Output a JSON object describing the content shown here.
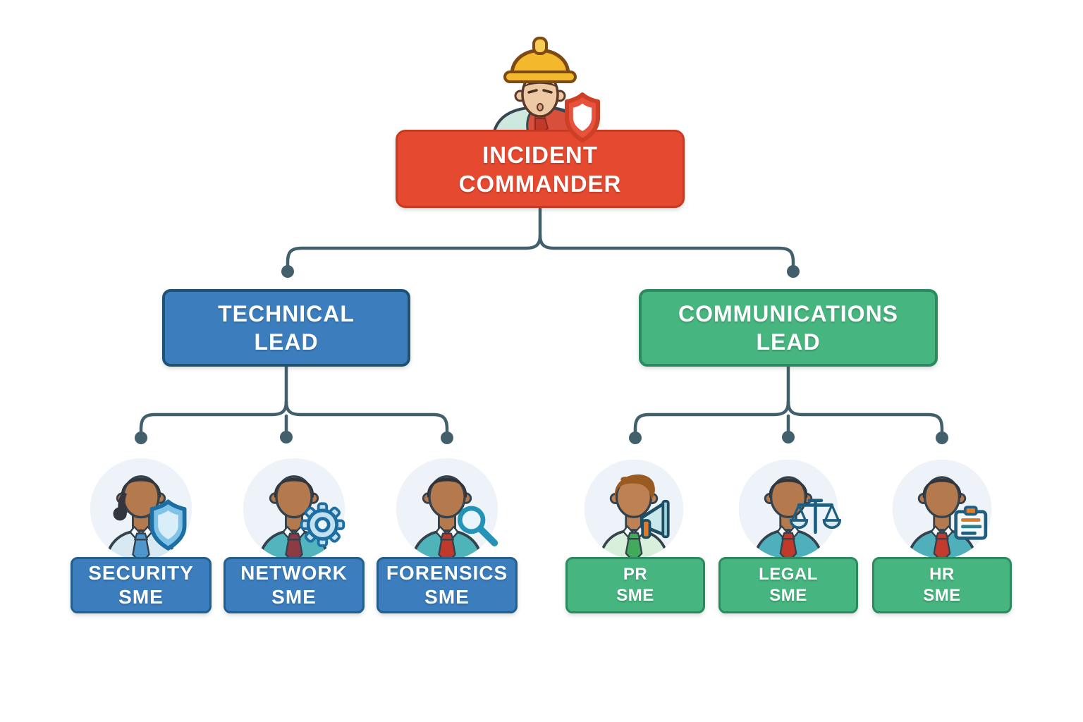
{
  "diagram_type": "org-chart",
  "colors": {
    "root_fill": "#E5492F",
    "root_border": "#C93A23",
    "blue_fill": "#3C7EBD",
    "blue_border": "#1F5173",
    "green_fill": "#47B57F",
    "green_border": "#2B8A5F",
    "connector": "#42606B",
    "avatar_circle_bg": "#EDF3F8",
    "text": "#FFFFFF"
  },
  "chart": {
    "root": {
      "line1": "INCIDENT",
      "line2": "COMMANDER",
      "icon": "hardhat-worker-with-shield-icon",
      "avatar": {
        "skin": "#EFC9A6",
        "hat": "#F3B82B",
        "shirt": "#CDE9DF",
        "vest": "#D8503C",
        "tie": "#C0392B",
        "shield": "#E8513C"
      }
    },
    "branches": [
      {
        "lead": {
          "line1": "TECHNICAL",
          "line2": "LEAD",
          "color": "blue"
        },
        "children": [
          {
            "line1": "SECURITY",
            "line2": "SME",
            "icon": "person-with-shield-icon",
            "avatar": {
              "skin": "#B5794E",
              "hair": "#33373D",
              "hair_style": "side",
              "shirt": "#D9E9F4",
              "tie": "#4E96CC",
              "accessory": "shield"
            }
          },
          {
            "line1": "NETWORK",
            "line2": "SME",
            "icon": "person-with-gear-icon",
            "avatar": {
              "skin": "#B5794E",
              "hair": "#33373D",
              "hair_style": "short",
              "shirt": "#52B4BC",
              "tie": "#8C3B44",
              "accessory": "gear"
            }
          },
          {
            "line1": "FORENSICS",
            "line2": "SME",
            "icon": "person-with-magnifier-icon",
            "avatar": {
              "skin": "#B5794E",
              "hair": "#2F3337",
              "hair_style": "short",
              "shirt": "#4FB4BA",
              "tie": "#C0392B",
              "accessory": "magnifier"
            }
          }
        ]
      },
      {
        "lead": {
          "line1": "COMMUNICATIONS",
          "line2": "LEAD",
          "color": "green"
        },
        "children": [
          {
            "line1": "PR",
            "line2": "SME",
            "icon": "person-with-megaphone-icon",
            "avatar": {
              "skin": "#BD8153",
              "hair": "#9A5B22",
              "hair_style": "wavy",
              "shirt": "#D8EFDC",
              "tie": "#43A95C",
              "accessory": "megaphone"
            }
          },
          {
            "line1": "LEGAL",
            "line2": "SME",
            "icon": "person-with-scales-icon",
            "avatar": {
              "skin": "#B5794E",
              "hair": "#33373D",
              "hair_style": "short",
              "shirt": "#4FB0BC",
              "tie": "#C0392B",
              "accessory": "scales"
            }
          },
          {
            "line1": "HR",
            "line2": "SME",
            "icon": "person-with-idcard-icon",
            "avatar": {
              "skin": "#B5794E",
              "hair": "#33373D",
              "hair_style": "short",
              "shirt": "#4FB0BC",
              "tie": "#C23B2E",
              "accessory": "idcard"
            }
          }
        ]
      }
    ]
  }
}
